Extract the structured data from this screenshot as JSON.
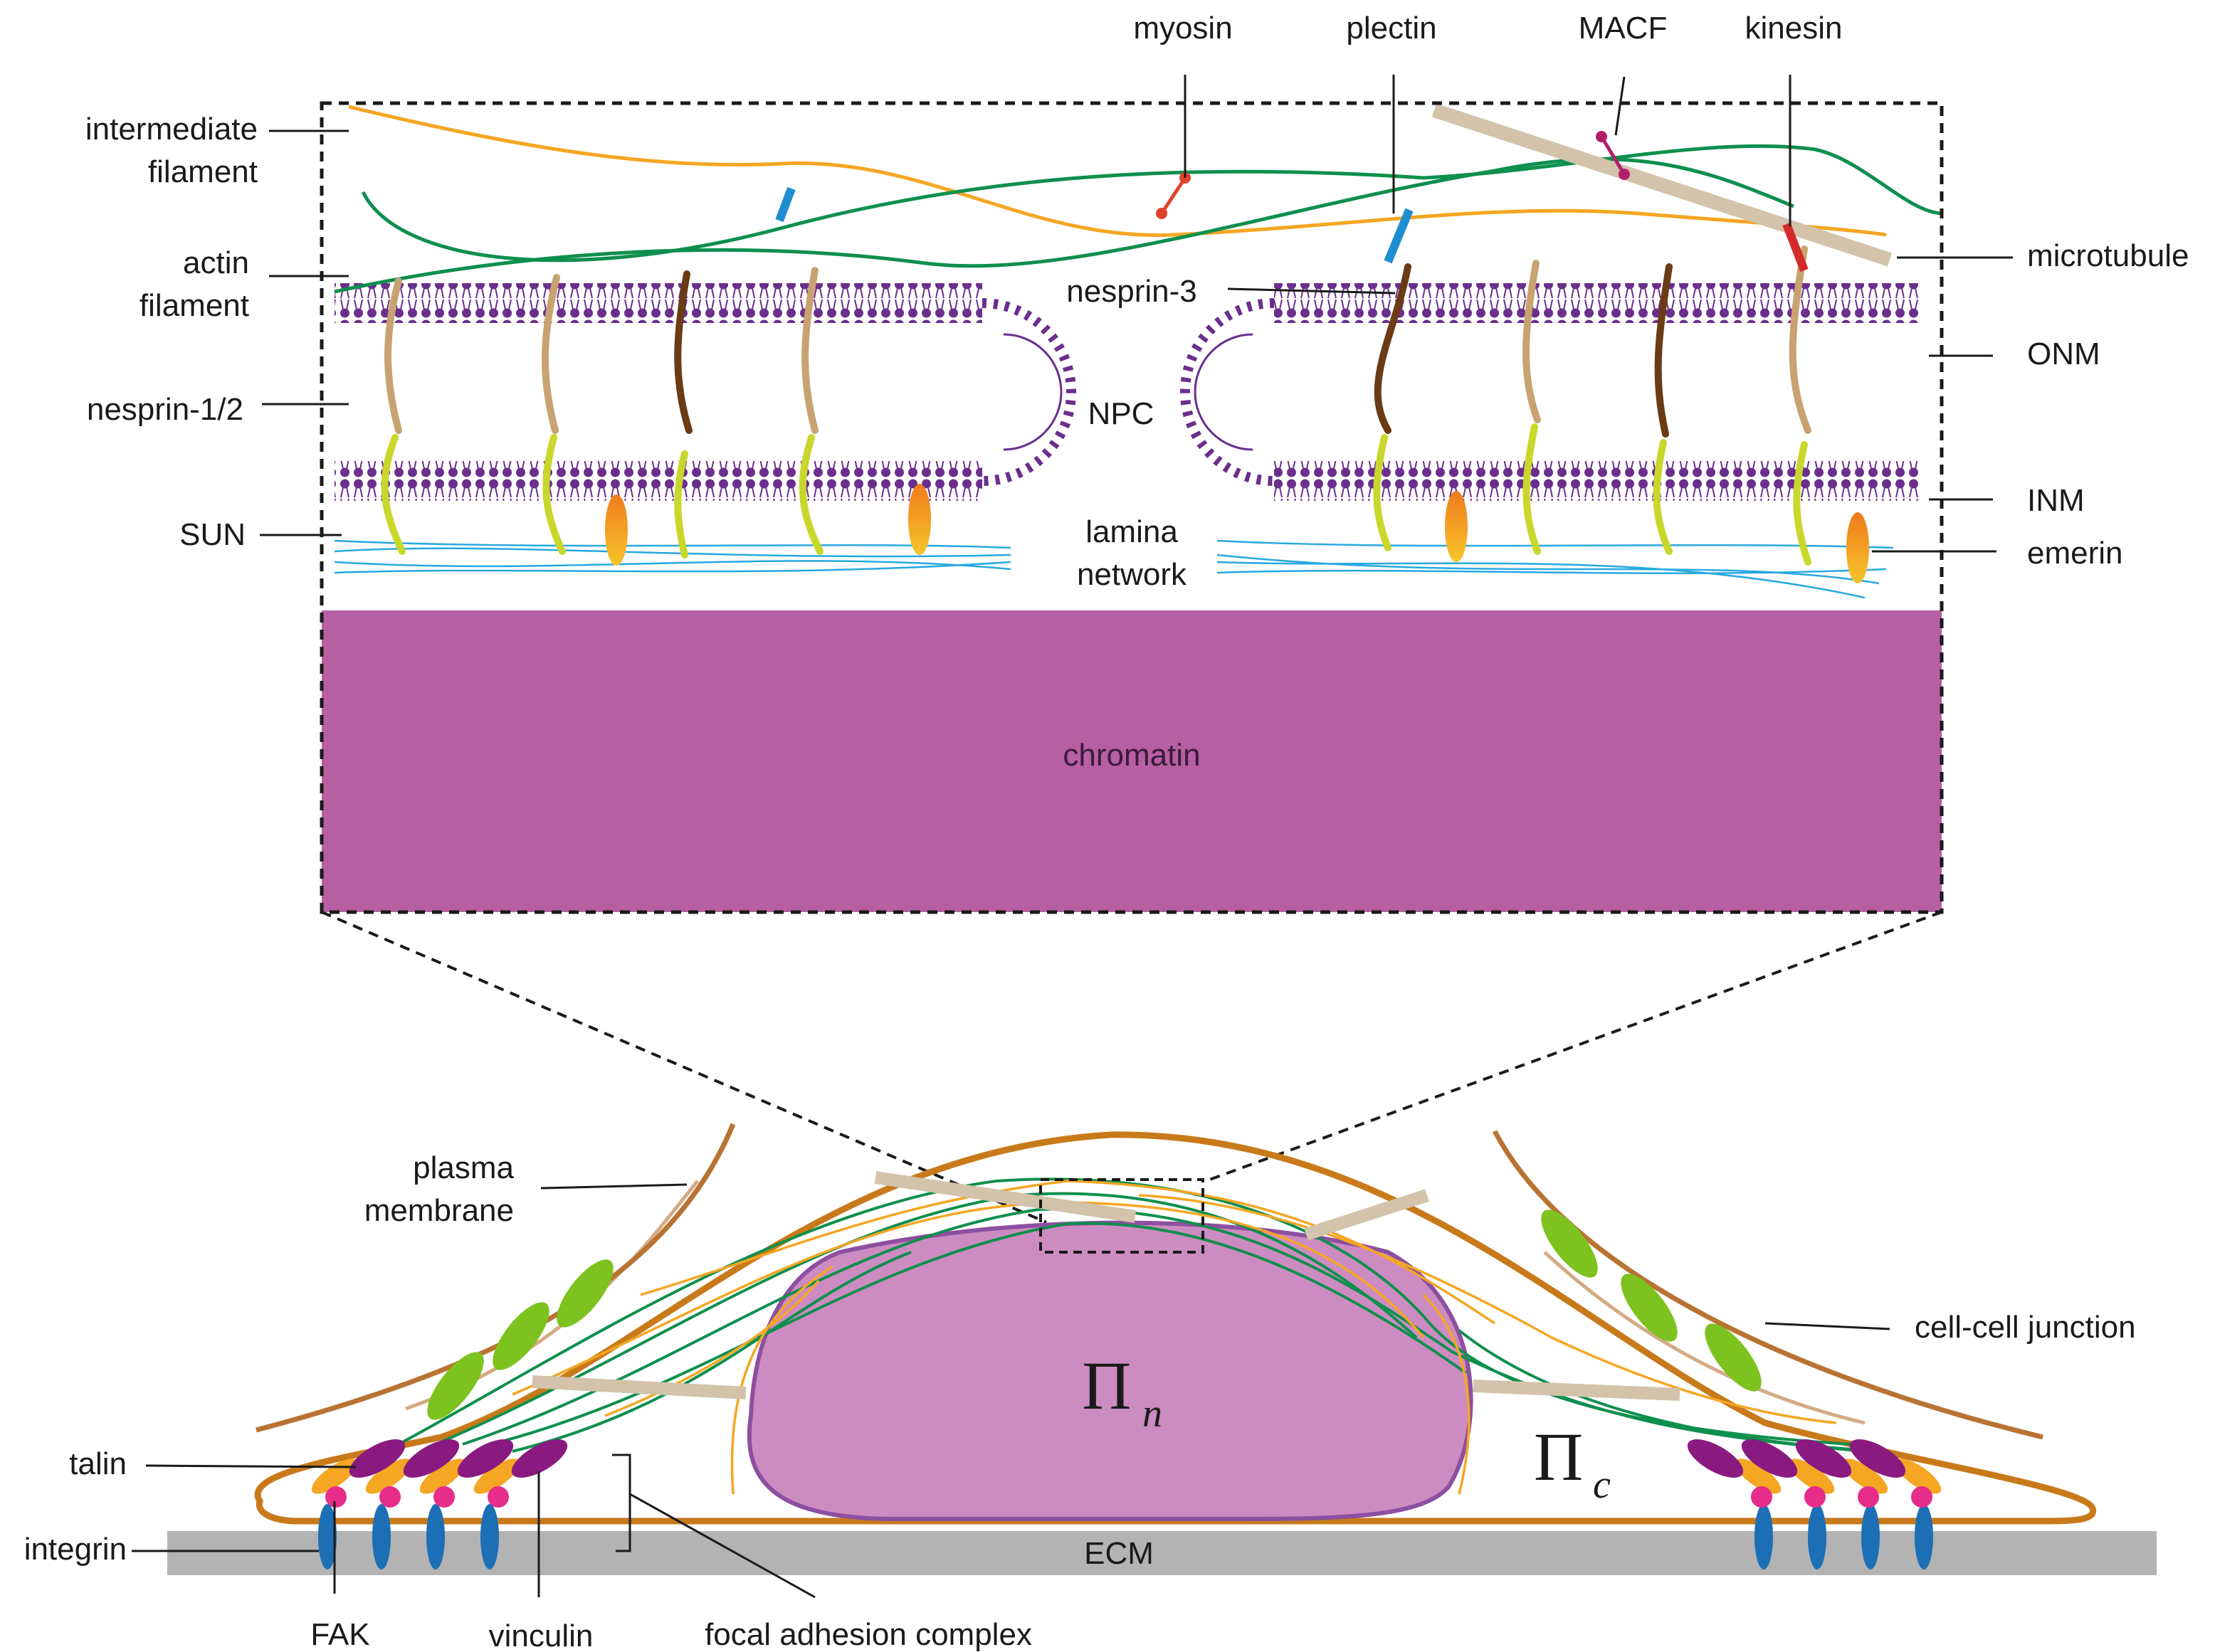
{
  "labels": {
    "intermediate_filament_1": "intermediate",
    "intermediate_filament_2": "filament",
    "actin_filament_1": "actin",
    "actin_filament_2": "filament",
    "nesprin_12": "nesprin-1/2",
    "sun": "SUN",
    "myosin": "myosin",
    "plectin": "plectin",
    "macf": "MACF",
    "kinesin": "kinesin",
    "microtubule": "microtubule",
    "nesprin_3": "nesprin-3",
    "onm": "ONM",
    "npc": "NPC",
    "inm": "INM",
    "emerin": "emerin",
    "lamina_network_1": "lamina",
    "lamina_network_2": "network",
    "chromatin": "chromatin",
    "plasma_membrane_1": "plasma",
    "plasma_membrane_2": "membrane",
    "cell_cell_junction": "cell-cell junction",
    "talin": "talin",
    "integrin": "integrin",
    "fak": "FAK",
    "vinculin": "vinculin",
    "focal_adhesion_complex": "focal adhesion complex",
    "ecm": "ECM",
    "pi_n_symbol": "Π",
    "pi_n_sub": "n",
    "pi_c_symbol": "Π",
    "pi_c_sub": "c"
  },
  "colors": {
    "chromatin": "#b65fa3",
    "nucleus": "#cd8cc1",
    "nucleus_edge": "#8d4fa0",
    "membrane_lipid": "#6a2f8c",
    "actin": "#0f8f4e",
    "intermediate": "#f5a623",
    "microtubule": "#d2c3aa",
    "plasma_membrane": "#c87a1a",
    "lamina": "#27a9df",
    "sun": "#c9d72b",
    "nesprin_12": "#c9a272",
    "nesprin_3": "#6a3b14",
    "emerin": "#f39c1e",
    "plectin": "#1f8ed0",
    "kinesin": "#d42a2a",
    "macf": "#b01f6a",
    "junction": "#7dc21e",
    "talin": "#f5a623",
    "vinculin": "#8a1a80",
    "fak": "#e62d8a",
    "integrin": "#1c6fb5",
    "ecm": "#b3b3b3"
  }
}
